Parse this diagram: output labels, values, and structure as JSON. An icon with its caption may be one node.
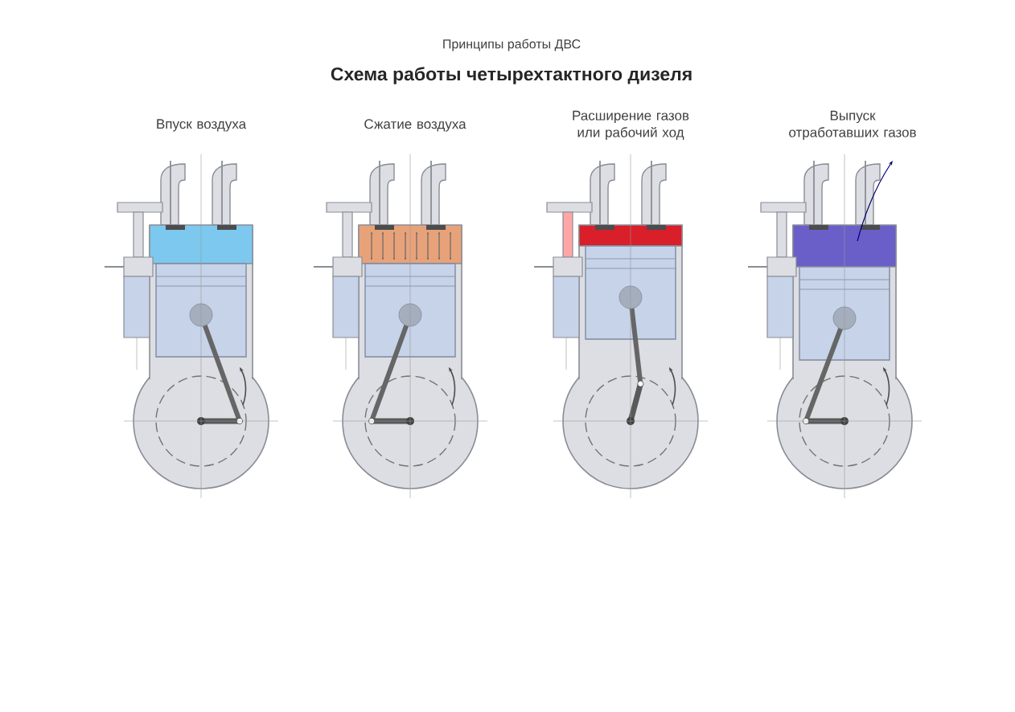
{
  "diagram": {
    "title": "Схема работы четырехтактного дизеля",
    "labels": [
      "Принципы работы ДВС",
      "Впуск воздуха",
      "Сжатие воздуха",
      "Расширение газов или рабочий ход",
      "Выпуск отработавших газов"
    ]
  }
}
